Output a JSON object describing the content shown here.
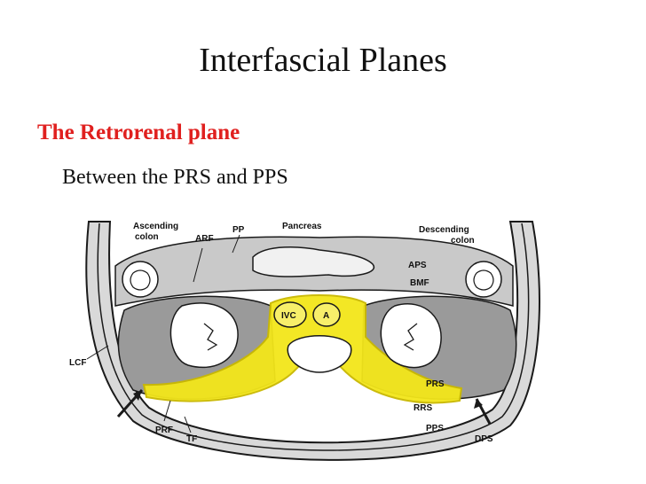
{
  "slide": {
    "title": "Interfascial Planes",
    "heading": "The Retrorenal plane",
    "subheading": "Between the PRS and PPS"
  },
  "diagram": {
    "labels": {
      "ascending_colon": [
        "Ascending",
        "colon"
      ],
      "descending_colon": [
        "Descending",
        "colon"
      ],
      "pancreas": "Pancreas",
      "arf": "ARF",
      "pp": "PP",
      "aps": "APS",
      "bmf": "BMF",
      "ivc": "IVC",
      "aorta": "A",
      "lcf": "LCF",
      "prs": "PRS",
      "rrs": "RRS",
      "pps": "PPS",
      "prf": "PRF",
      "tf": "TF",
      "dps": "DPS"
    },
    "colors": {
      "highlight": "#f3e61a",
      "highlight_edge": "#c9b800",
      "fat": "#d3d3d3",
      "muscle": "#8e8e8e",
      "kidney": "#ffffff",
      "line": "#1a1a1a"
    }
  }
}
